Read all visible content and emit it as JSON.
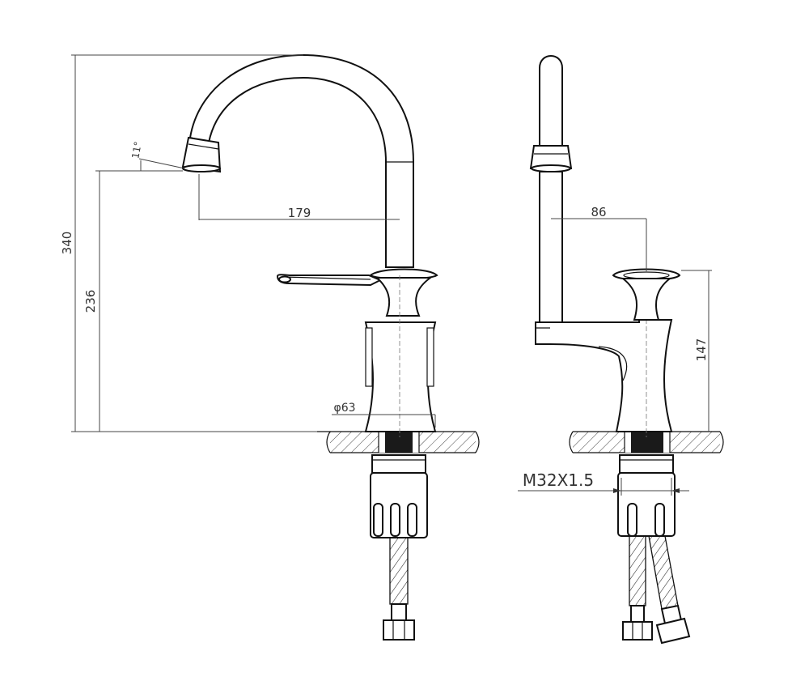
{
  "drawing": {
    "left_view": {
      "height_total": "340",
      "height_spout": "236",
      "reach": "179",
      "spout_angle": "11°",
      "base_diameter": "φ63"
    },
    "right_view": {
      "reach": "86",
      "body_height": "147",
      "thread": "M32X1.5"
    }
  }
}
